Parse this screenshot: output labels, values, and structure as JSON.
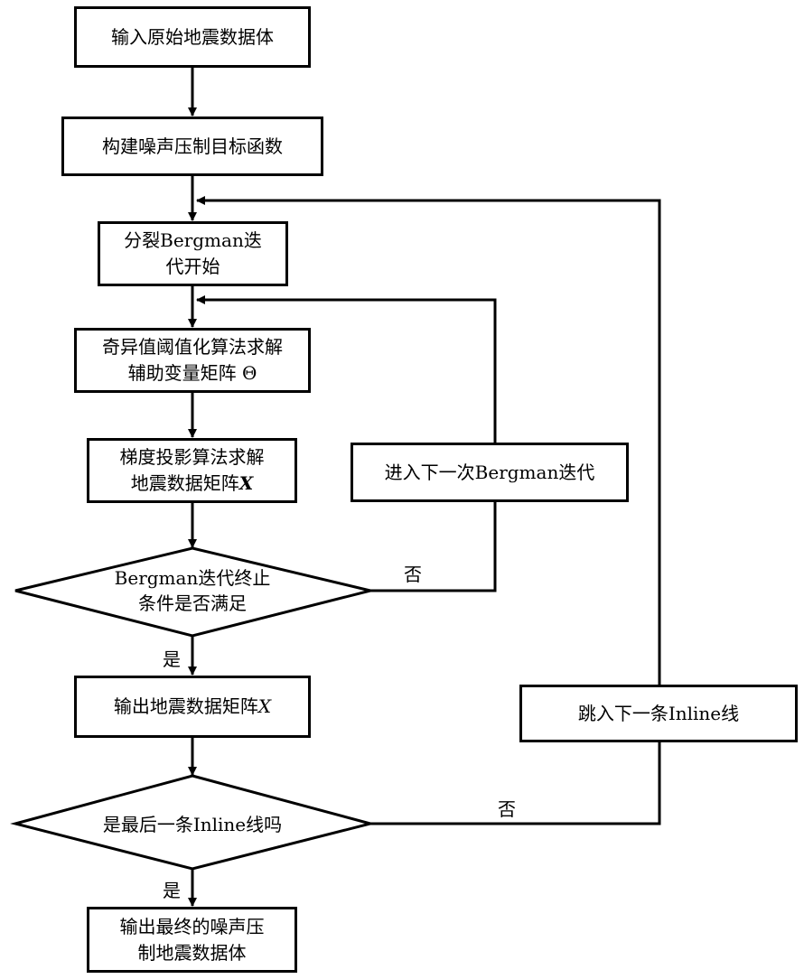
{
  "nodes": {
    "input_volume": "输入原始地震数据体",
    "build_objective": "构建噪声压制目标函数",
    "split_bregman_start": [
      "分裂Bergman迭",
      "代开始"
    ],
    "svt_solve": [
      "奇异值阈值化算法求解",
      "辅助变量矩阵"
    ],
    "svt_symbol": "Θ",
    "gradient_solve": [
      "梯度投影算法求解",
      "地震数据矩阵"
    ],
    "matrix_symbol": "X",
    "next_bregman": "进入下一次Bergman迭代",
    "bregman_condition": [
      "Bergman迭代终止",
      "条件是否满足"
    ],
    "output_matrix": "输出地震数据矩阵",
    "last_inline_condition": "是最后一条Inline线吗",
    "next_inline": "跳入下一条Inline线",
    "final_output": [
      "输出最终的噪声压",
      "制地震数据体"
    ]
  },
  "labels": {
    "yes_1": "是",
    "no_1": "否",
    "yes_2": "是",
    "no_2": "否"
  }
}
